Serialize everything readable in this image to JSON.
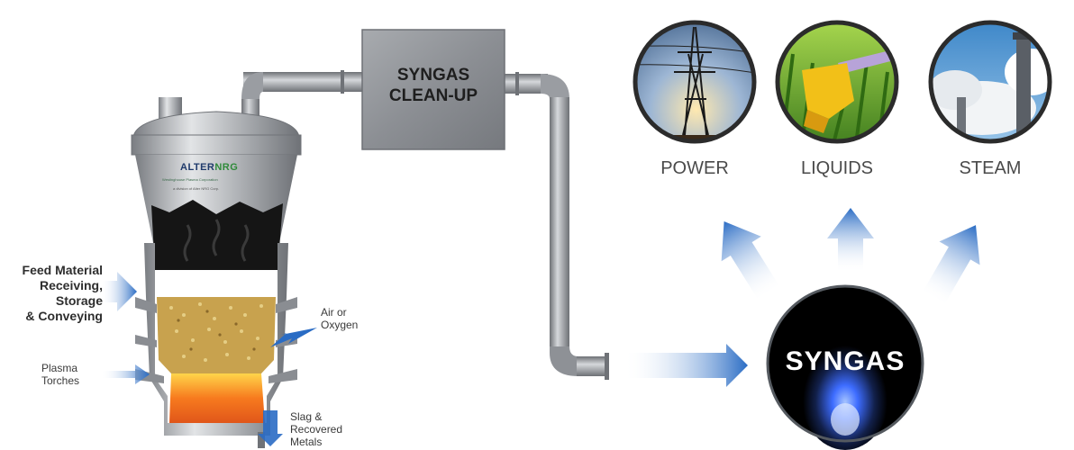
{
  "labels": {
    "feed": "Feed Material\nReceiving,\nStorage\n& Conveying",
    "air": "Air or\nOxygen",
    "plasma": "Plasma\nTorches",
    "slag": "Slag &\nRecovered\nMetals",
    "cleanup": "SYNGAS\nCLEAN-UP",
    "syngas": "SYNGAS"
  },
  "brand": {
    "name_a": "ALTER",
    "name_b": "NRG",
    "tagline": "Westinghouse Plasma Corporation",
    "subline": "a division of Alter NRG Corp."
  },
  "outputs": [
    {
      "label": "POWER",
      "icon": "power-tower-icon"
    },
    {
      "label": "LIQUIDS",
      "icon": "fuel-nozzle-icon"
    },
    {
      "label": "STEAM",
      "icon": "steam-stack-icon"
    }
  ],
  "colors": {
    "arrow": "#2f6fc0",
    "metal": "#8e9196",
    "dark": "#1a1a1a",
    "slag": "#f07020",
    "flame": "#3d6cff"
  }
}
